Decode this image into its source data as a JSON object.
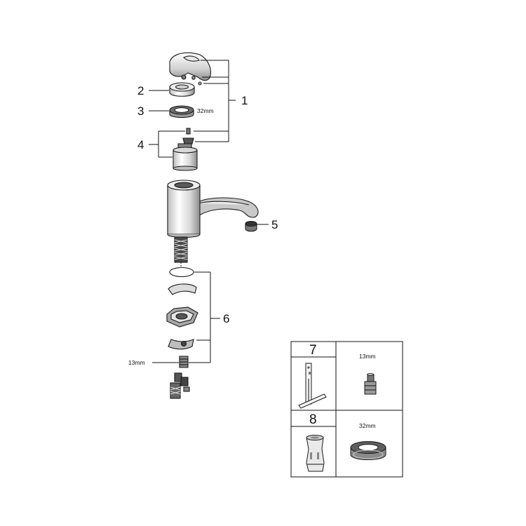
{
  "callouts": {
    "c1": "1",
    "c2": "2",
    "c3": "3",
    "c4": "4",
    "c5": "5",
    "c6": "6"
  },
  "dimensions": {
    "nut_32": "32mm",
    "nut_13": "13mm"
  },
  "tools_table": {
    "row1": {
      "number": "7",
      "size": "13mm"
    },
    "row2": {
      "number": "8",
      "size": "32mm"
    }
  },
  "colors": {
    "line": "#111111",
    "fill_light": "#f2f2f2",
    "fill_mid": "#c8c8c8",
    "fill_dark": "#555555"
  }
}
